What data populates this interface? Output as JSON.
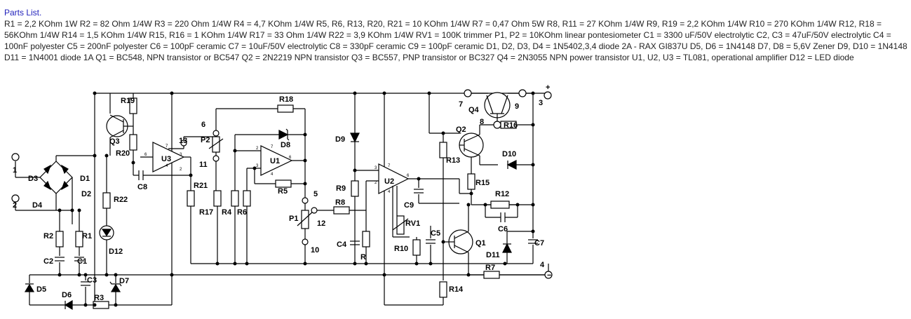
{
  "parts": {
    "title": "Parts List.",
    "text": "R1 = 2,2 KOhm 1W R2 = 82 Ohm 1/4W R3 = 220 Ohm 1/4W R4 = 4,7 KOhm 1/4W R5, R6, R13, R20, R21 = 10 KOhm 1/4W R7 = 0,47 Ohm 5W R8, R11 = 27 KOhm 1/4W R9, R19 = 2,2 KOhm 1/4W R10 = 270 KOhm 1/4W R12, R18 = 56KOhm 1/4W R14 = 1,5 KOhm 1/4W R15, R16 = 1 KOhm 1/4W R17 = 33 Ohm 1/4W R22 = 3,9 KOhm 1/4W RV1 = 100K trimmer P1, P2 = 10KOhm linear pontesiometer C1 = 3300 uF/50V electrolytic C2, C3 = 47uF/50V electrolytic C4 = 100nF polyester C5 = 200nF polyester C6 = 100pF ceramic C7 = 10uF/50V electrolytic C8 = 330pF ceramic C9 = 100pF ceramic D1, D2, D3, D4 = 1N5402,3,4 diode 2A - RAX GI837U D5, D6 = 1N4148 D7, D8 = 5,6V Zener D9, D10 = 1N4148 D11 = 1N4001 diode 1A Q1 = BC548, NPN transistor or BC547 Q2 = 2N2219 NPN transistor Q3 = BC557, PNP transistor or BC327 Q4 = 2N3055 NPN power transistor U1, U2, U3 = TL081, operational amplifier D12 = LED diode"
  },
  "schematic": {
    "labels": {
      "r19": "R19",
      "q3": "Q3",
      "r20": "R20",
      "c8": "C8",
      "u3": "U3",
      "r21": "R21",
      "p2": "P2",
      "r18": "R18",
      "d8": "D8",
      "u1": "U1",
      "r5": "R5",
      "r17": "R17",
      "r4": "R4",
      "r6": "R6",
      "d9": "D9",
      "r9": "R9",
      "r8": "R8",
      "p1": "P1",
      "c4": "C4",
      "r": "R",
      "u2": "U2",
      "c9": "C9",
      "rv1": "RV1",
      "c5": "C5",
      "r10": "R10",
      "r13": "R13",
      "q2": "Q2",
      "q4": "Q4",
      "r16": "R16",
      "d10": "D10",
      "r15": "R15",
      "r12": "R12",
      "c6": "C6",
      "q1": "Q1",
      "d11": "D11",
      "c7": "C7",
      "r7": "R7",
      "r14": "R14",
      "d1": "D1",
      "d2": "D2",
      "d3": "D3",
      "d4": "D4",
      "r2": "R2",
      "r1": "R1",
      "c2": "C2",
      "c1": "C1",
      "r22": "R22",
      "d12": "D12",
      "d5": "D5",
      "d6": "D6",
      "c3": "C3",
      "d7": "D7",
      "r3": "R3"
    },
    "terminals": {
      "t1": "1",
      "t2": "2",
      "t3": "3",
      "t4": "4",
      "t5": "5",
      "t6": "6",
      "t7": "7",
      "t8": "8",
      "t9": "9",
      "t10": "10",
      "t11": "11",
      "t12": "12",
      "t13": "13"
    },
    "polarity": {
      "plus": "+",
      "minus": "−"
    },
    "pins": {
      "p2": "2",
      "p3": "3",
      "p4": "4",
      "p6": "6",
      "p7": "7"
    }
  }
}
